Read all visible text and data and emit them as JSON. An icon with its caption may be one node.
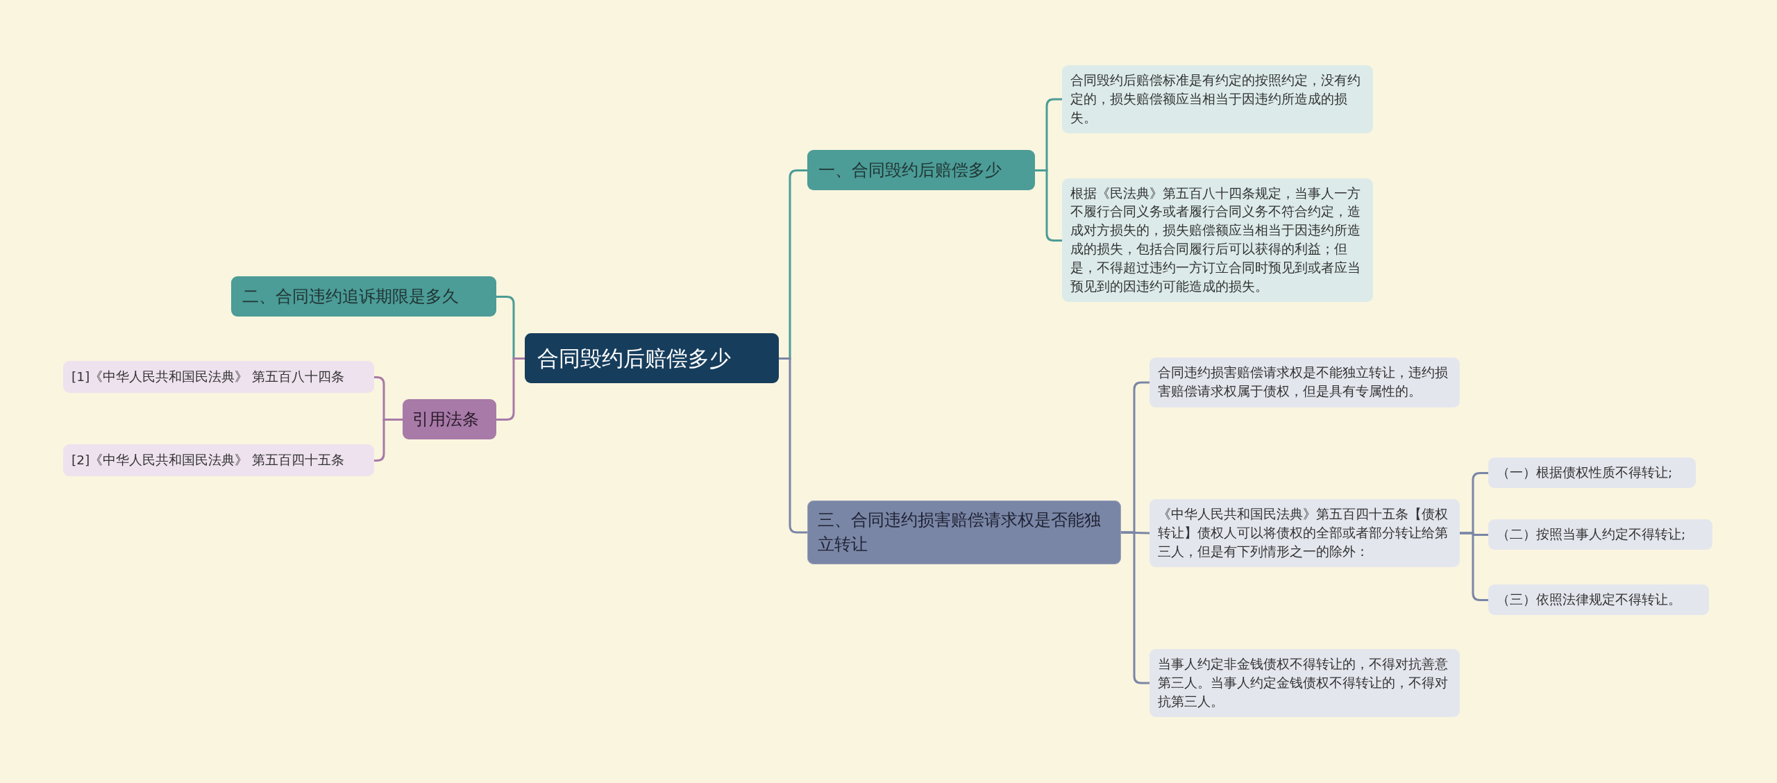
{
  "diagram": {
    "nodes": [
      {
        "text": [
          "合同毁约后赔偿多少"
        ]
      },
      {
        "text": [
          "一、合同毁约后赔偿多少"
        ]
      },
      {
        "text": [
          "合同毁约后赔偿标准是有约定的按照约定，没有约定的，损失赔偿额应当相当于因违约所造成的损失。"
        ]
      },
      {
        "text": [
          "根据《民法典》第五百八十四条规定，当事人一方不履行合同义务或者履行合同义务不符合约定，造成对方损失的，损失赔偿额应当相当于因违约所造成的损失，包括合同履行后可以获得的利益；但是，不得超过违约一方订立合同时预见到或者应当预见到的因违约可能造成的损失。"
        ]
      },
      {
        "text": [
          "二、合同违约追诉期限是多久"
        ]
      },
      {
        "text": [
          "引用法条"
        ]
      },
      {
        "text": [
          "[1]《中华人民共和国民法典》 第五百八十四条"
        ]
      },
      {
        "text": [
          "[2]《中华人民共和国民法典》 第五百四十五条"
        ]
      },
      {
        "text": [
          "三、合同违约损害赔偿请求权是否能独立转让"
        ]
      },
      {
        "text": [
          "合同违约损害赔偿请求权是不能独立转让，违约损害赔偿请求权属于债权，但是具有专属性的。"
        ]
      },
      {
        "text": [
          "《中华人民共和国民法典》第五百四十五条【债权转让】债权人可以将债权的全部或者部分转让给第三人，但是有下列情形之一的除外："
        ]
      },
      {
        "text": [
          "（一）根据债权性质不得转让;"
        ]
      },
      {
        "text": [
          "（二）按照当事人约定不得转让;"
        ]
      },
      {
        "text": [
          "（三）依照法律规定不得转让。"
        ]
      },
      {
        "text": [
          "当事人约定非金钱债权不得转让的，不得对抗善意第三人。当事人约定金钱债权不得转让的，不得对抗第三人。"
        ]
      }
    ],
    "edges": [
      {
        "from": 0,
        "to": 1,
        "arrow": "none",
        "color": "#4c9c97"
      },
      {
        "from": 1,
        "to": 2,
        "arrow": "none",
        "color": "#4c9c97"
      },
      {
        "from": 1,
        "to": 3,
        "arrow": "none",
        "color": "#4c9c97"
      },
      {
        "from": 0,
        "to": 4,
        "arrow": "none",
        "color": "#4c9c97"
      },
      {
        "from": 0,
        "to": 5,
        "arrow": "none",
        "color": "#a77aa8"
      },
      {
        "from": 5,
        "to": 6,
        "arrow": "none",
        "color": "#a77aa8"
      },
      {
        "from": 5,
        "to": 7,
        "arrow": "none",
        "color": "#a77aa8"
      },
      {
        "from": 0,
        "to": 8,
        "arrow": "none"
      },
      {
        "from": 8,
        "to": 9,
        "arrow": "none"
      },
      {
        "from": 8,
        "to": 10,
        "arrow": "none"
      },
      {
        "from": 10,
        "to": 11,
        "arrow": "none"
      },
      {
        "from": 10,
        "to": 12,
        "arrow": "none"
      },
      {
        "from": 10,
        "to": 13,
        "arrow": "none"
      },
      {
        "from": 8,
        "to": 14,
        "arrow": "none"
      }
    ]
  }
}
